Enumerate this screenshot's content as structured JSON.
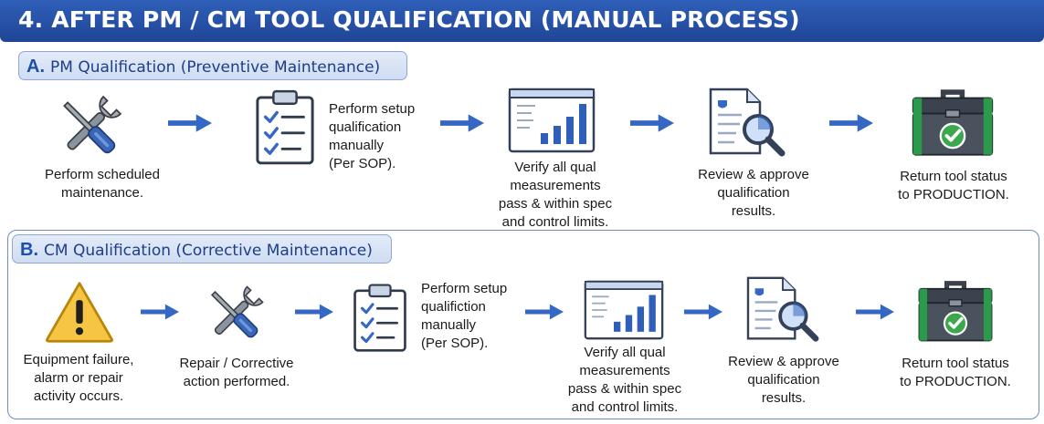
{
  "title": "4. AFTER PM / CM TOOL QUALIFICATION  (MANUAL PROCESS)",
  "colors": {
    "banner": "#2a56ad",
    "arrow": "#3567c4",
    "warning": "#f6c543",
    "check": "#3aa84b"
  },
  "sections": [
    {
      "letter": "A.",
      "label": "PM Qualification (Preventive Maintenance)",
      "steps": [
        {
          "icon": "wrench-screwdriver-icon",
          "text": "Perform scheduled\nmaintenance."
        },
        {
          "icon": "clipboard-checklist-icon",
          "text": "Perform setup\nqualification\nmanually\n(Per SOP)."
        },
        {
          "icon": "bar-chart-icon",
          "text": "Verify all qual\nmeasurements\npass & within spec\nand control limits."
        },
        {
          "icon": "document-magnifier-icon",
          "text": "Review & approve\nqualification\nresults."
        },
        {
          "icon": "toolbox-check-icon",
          "text": "Return tool status\nto PRODUCTION."
        }
      ]
    },
    {
      "letter": "B.",
      "label": "CM Qualification (Corrective Maintenance)",
      "steps": [
        {
          "icon": "warning-triangle-icon",
          "text": "Equipment failure,\nalarm or repair\nactivity occurs."
        },
        {
          "icon": "wrench-screwdriver-icon",
          "text": "Repair / Corrective\naction performed."
        },
        {
          "icon": "clipboard-checklist-icon",
          "text": "Perform setup\nqualifiction\nmanually\n(Per SOP)."
        },
        {
          "icon": "bar-chart-icon",
          "text": "Verify all qual\nmeasurements\npass & within spec\nand control limits."
        },
        {
          "icon": "document-magnifier-icon",
          "text": "Review & approve\nqualification\nresults."
        },
        {
          "icon": "toolbox-check-icon",
          "text": "Return tool status\nto PRODUCTION."
        }
      ]
    }
  ]
}
